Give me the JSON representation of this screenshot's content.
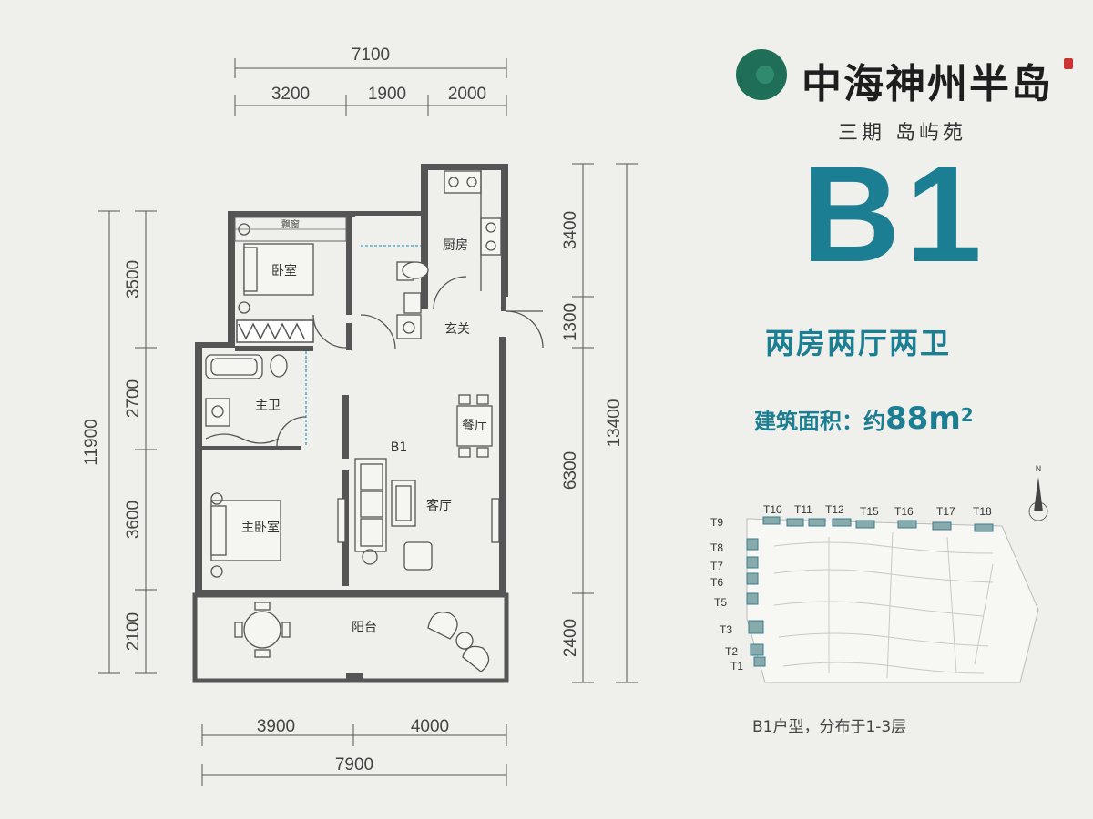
{
  "brand": {
    "name": "中海神州半岛",
    "phase": "三期  岛屿苑"
  },
  "unit": {
    "code": "B1",
    "layout": "两房两厅两卫",
    "area_label": "建筑面积：约",
    "area_value": "88",
    "area_unit": "m",
    "area_unit_sup": "2"
  },
  "dimensions": {
    "top_total": "7100",
    "top_segments": [
      "3200",
      "1900",
      "2000"
    ],
    "bottom_segments": [
      "3900",
      "4000"
    ],
    "bottom_total": "7900",
    "left_total": "11900",
    "left_segments": [
      "3500",
      "2700",
      "3600",
      "2100"
    ],
    "right_total": "13400",
    "right_segments": [
      "3400",
      "1300",
      "6300",
      "2400"
    ]
  },
  "rooms": {
    "bay_window": "飘窗",
    "bedroom": "卧室",
    "kitchen": "厨房",
    "foyer": "玄关",
    "master_bath": "主卫",
    "dining": "餐厅",
    "unit_mark": "B1",
    "living": "客厅",
    "master_bedroom": "主卧室",
    "balcony": "阳台"
  },
  "site_map": {
    "north": "N",
    "buildings": [
      "T9",
      "T10",
      "T11",
      "T12",
      "T15",
      "T16",
      "T17",
      "T18",
      "T8",
      "T7",
      "T6",
      "T5",
      "T3",
      "T2",
      "T1"
    ],
    "caption": "B1户型，分布于1-3层"
  },
  "colors": {
    "accent": "#1c7e92",
    "logo_green": "#1f6e57",
    "wall": "#555555"
  }
}
